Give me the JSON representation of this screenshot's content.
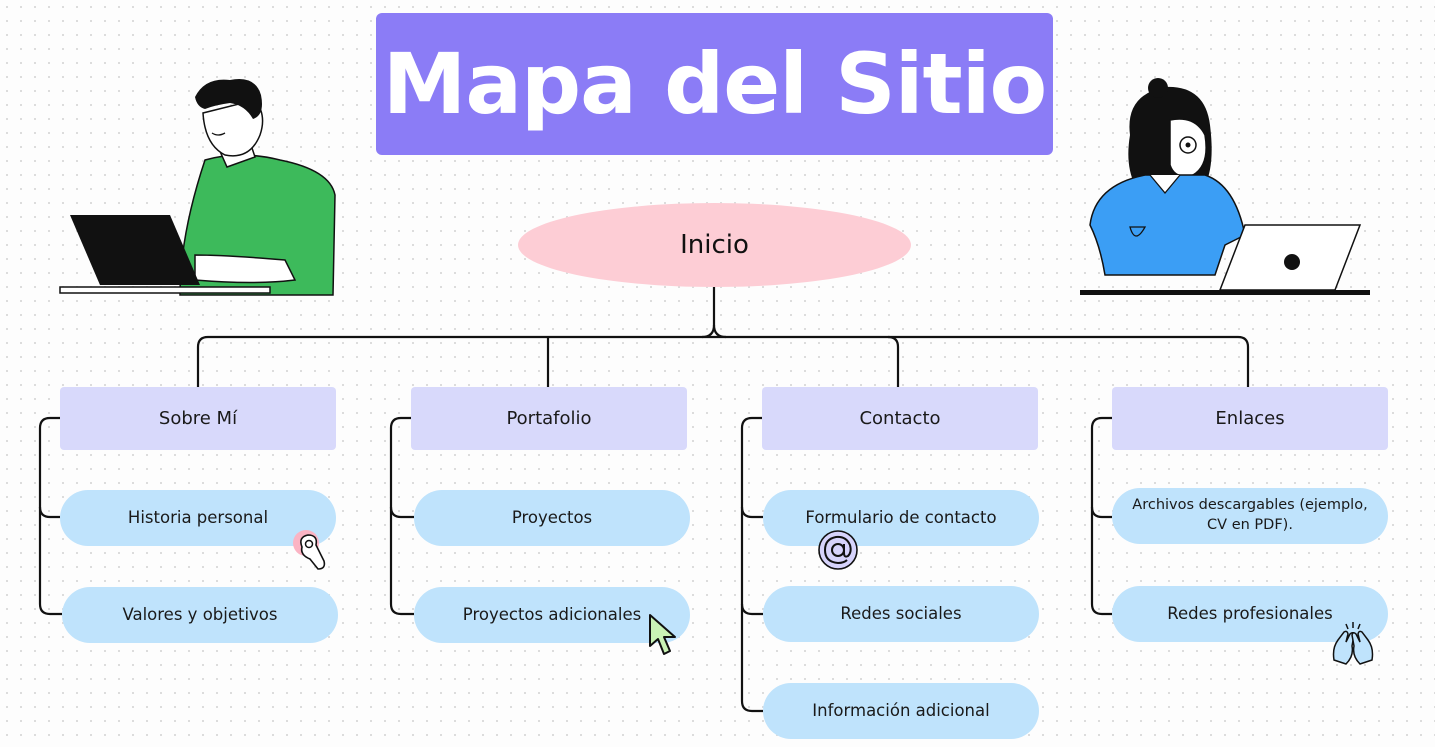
{
  "title": "Mapa del Sitio",
  "root": {
    "label": "Inicio"
  },
  "sections": [
    {
      "label": "Sobre Mí",
      "children": [
        "Historia personal",
        "Valores y objetivos"
      ]
    },
    {
      "label": "Portafolio",
      "children": [
        "Proyectos",
        "Proyectos adicionales"
      ]
    },
    {
      "label": "Contacto",
      "children": [
        "Formulario de contacto",
        "Redes sociales",
        "Información adicional"
      ]
    },
    {
      "label": "Enlaces",
      "children": [
        "Archivos descargables (ejemplo, CV en PDF).",
        "Redes profesionales"
      ]
    }
  ],
  "colors": {
    "title_bg": "#8b7cf6",
    "root_bg": "#fdcdd5",
    "category_bg": "#d8d9fb",
    "child_bg": "#bfe3fc",
    "line": "#111111"
  },
  "icons": [
    "man-with-laptop-illustration",
    "woman-with-laptop-illustration",
    "ok-hand-icon",
    "cursor-arrow-icon",
    "at-sign-icon",
    "high-five-icon"
  ]
}
